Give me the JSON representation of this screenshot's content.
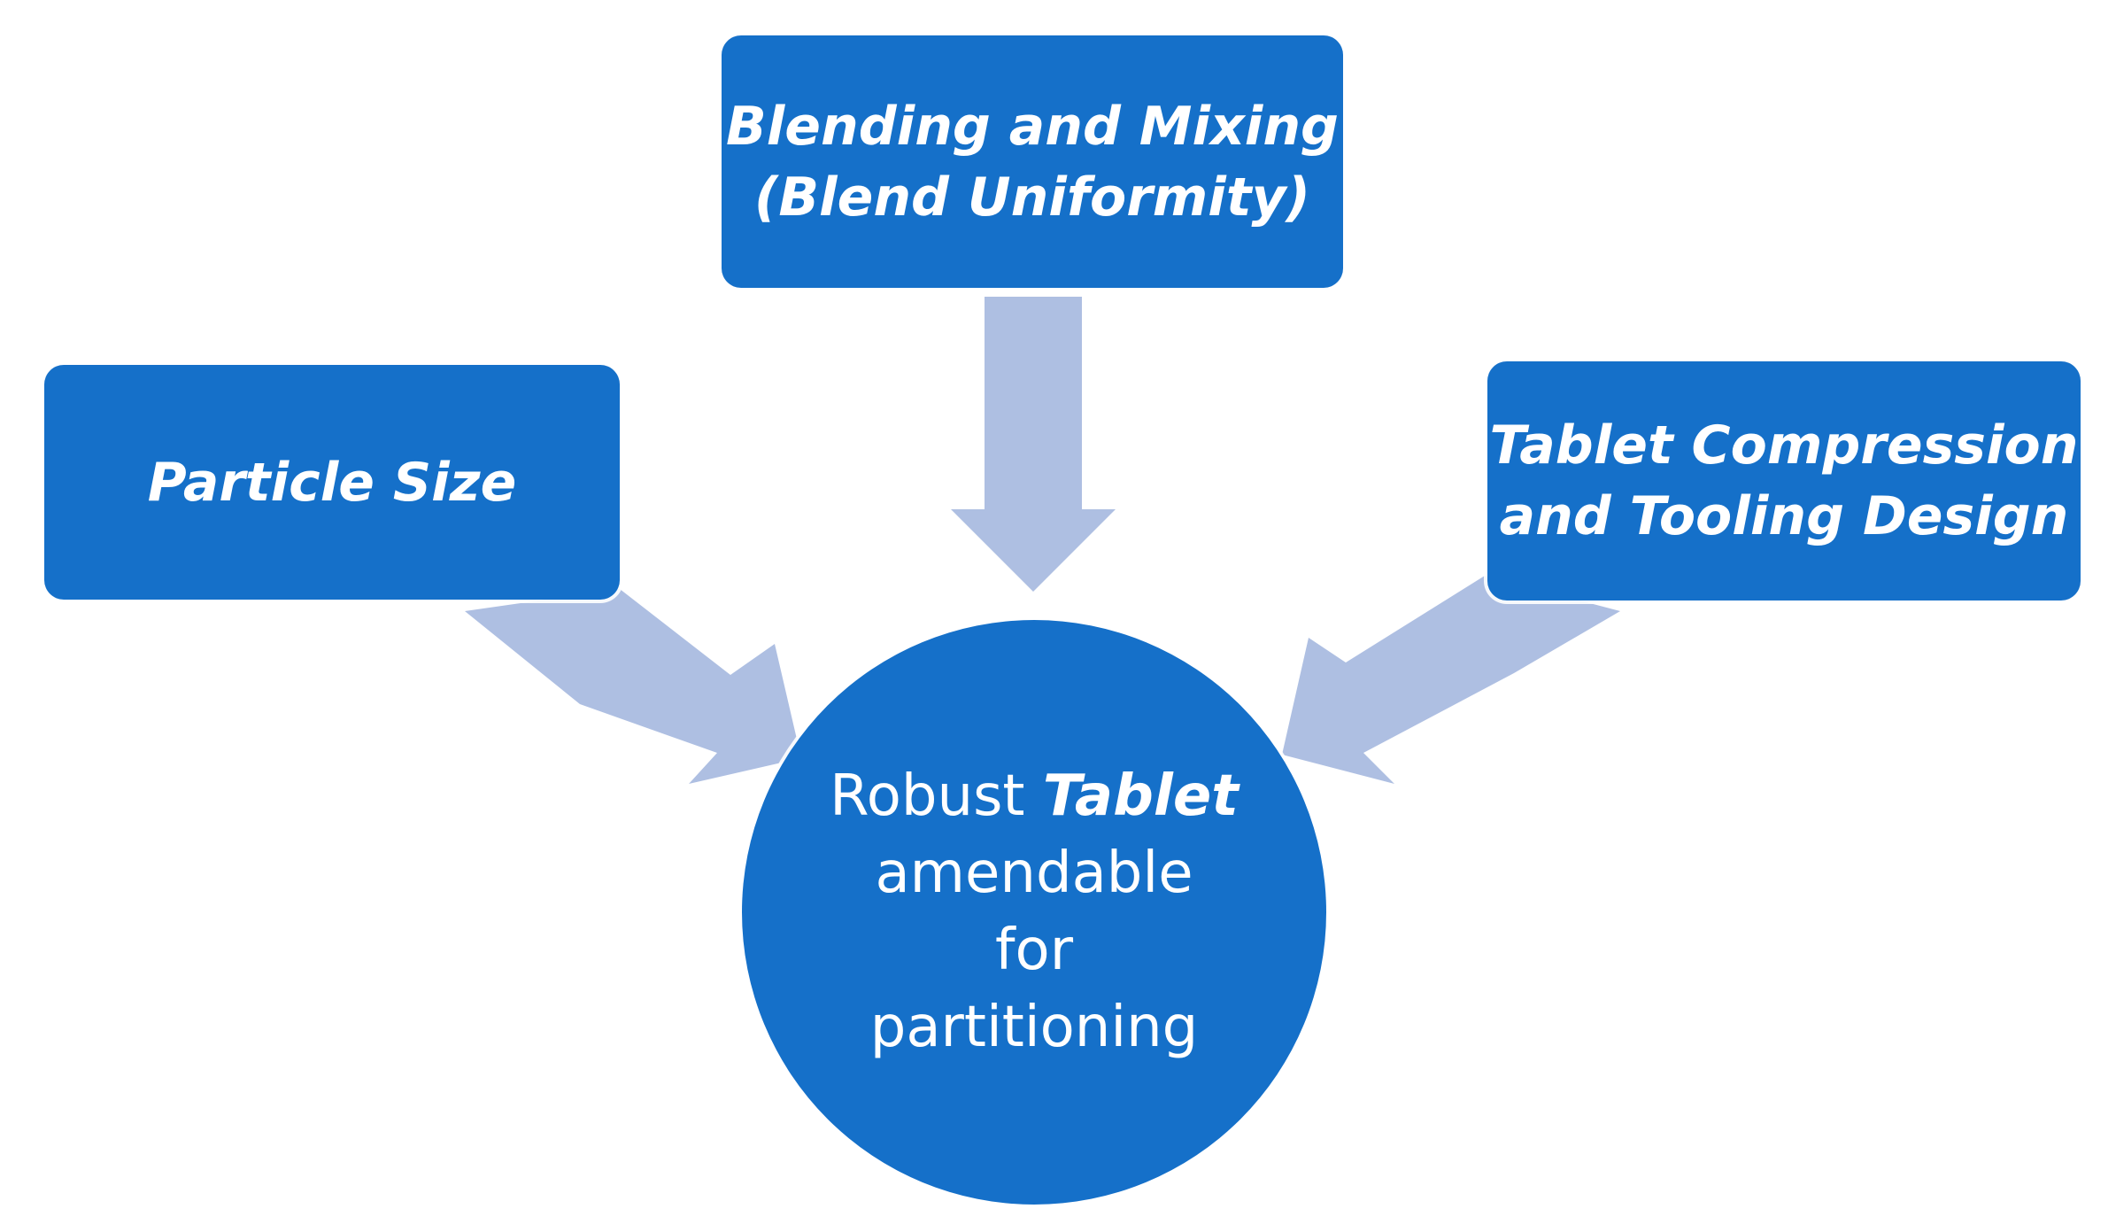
{
  "colors": {
    "box_fill": "#1570c9",
    "arrow_fill": "#aebfe2",
    "text": "#ffffff",
    "background": "#ffffff"
  },
  "factors": {
    "blending": {
      "line1": "Blending and Mixing",
      "line2": "(Blend Uniformity)"
    },
    "particle": {
      "line1": "Particle Size"
    },
    "tablet": {
      "line1": "Tablet Compression",
      "line2": "and Tooling Design"
    }
  },
  "outcome": {
    "word1": "Robust",
    "word2": "Tablet",
    "line2": "amendable",
    "line3": "for",
    "line4": "partitioning"
  }
}
